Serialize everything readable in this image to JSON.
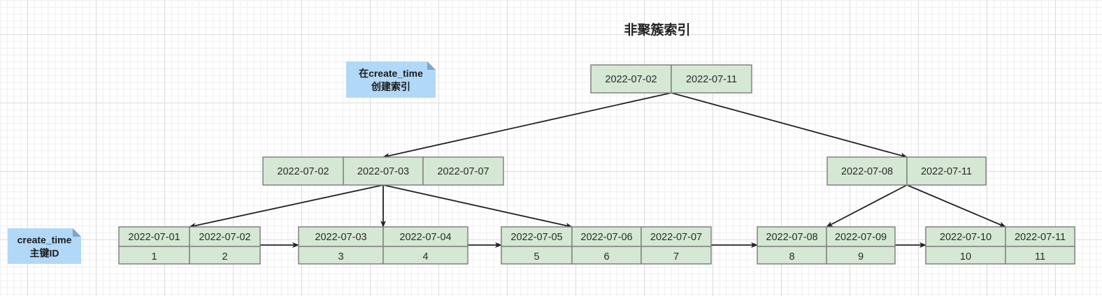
{
  "title": "非聚簇索引",
  "notes": [
    {
      "lines": [
        "在create_time",
        "创建索引"
      ]
    },
    {
      "lines": [
        "create_time",
        "主键ID"
      ]
    }
  ],
  "colors": {
    "node_fill": "#d5e8d4",
    "node_stroke": "#828282",
    "note_fill": "#b1d8f7",
    "edge": "#222222"
  },
  "root": {
    "keys": [
      "2022-07-02",
      "2022-07-11"
    ]
  },
  "internal": [
    {
      "keys": [
        "2022-07-02",
        "2022-07-03",
        "2022-07-07"
      ]
    },
    {
      "keys": [
        "2022-07-08",
        "2022-07-11"
      ]
    }
  ],
  "leaves": [
    {
      "keys": [
        "2022-07-01",
        "2022-07-02"
      ],
      "ids": [
        "1",
        "2"
      ]
    },
    {
      "keys": [
        "2022-07-03",
        "2022-07-04"
      ],
      "ids": [
        "3",
        "4"
      ]
    },
    {
      "keys": [
        "2022-07-05",
        "2022-07-06",
        "2022-07-07"
      ],
      "ids": [
        "5",
        "6",
        "7"
      ]
    },
    {
      "keys": [
        "2022-07-08",
        "2022-07-09"
      ],
      "ids": [
        "8",
        "9"
      ]
    },
    {
      "keys": [
        "2022-07-10",
        "2022-07-11"
      ],
      "ids": [
        "10",
        "11"
      ]
    }
  ]
}
